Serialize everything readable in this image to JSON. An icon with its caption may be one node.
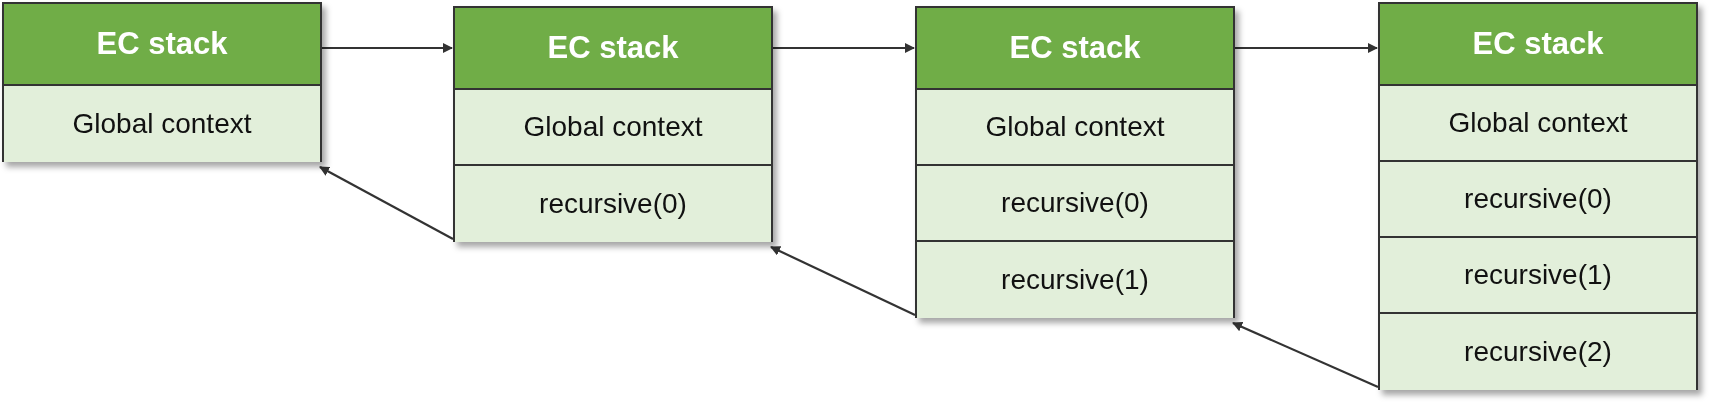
{
  "diagram": {
    "nodes": [
      {
        "text": [
          "EC stack"
        ]
      },
      {
        "text": [
          "Global context"
        ],
        "in": 0
      },
      {
        "text": [
          "EC stack"
        ]
      },
      {
        "text": [
          "Global context"
        ],
        "in": 2
      },
      {
        "text": [
          "recursive(0)"
        ],
        "in": 2
      },
      {
        "text": [
          "EC stack"
        ]
      },
      {
        "text": [
          "Global context"
        ],
        "in": 5
      },
      {
        "text": [
          "recursive(0)"
        ],
        "in": 5
      },
      {
        "text": [
          "recursive(1)"
        ],
        "in": 5
      },
      {
        "text": [
          "EC stack"
        ]
      },
      {
        "text": [
          "Global context"
        ],
        "in": 9
      },
      {
        "text": [
          "recursive(0)"
        ],
        "in": 9
      },
      {
        "text": [
          "recursive(1)"
        ],
        "in": 9
      },
      {
        "text": [
          "recursive(2)"
        ],
        "in": 9
      }
    ],
    "edges": [
      {
        "from": 0,
        "to": 2,
        "arrow": "to"
      },
      {
        "from": 2,
        "to": 5,
        "arrow": "to"
      },
      {
        "from": 5,
        "to": 9,
        "arrow": "to"
      },
      {
        "from": 2,
        "to": 0,
        "arrow": "to"
      },
      {
        "from": 5,
        "to": 2,
        "arrow": "to"
      },
      {
        "from": 9,
        "to": 5,
        "arrow": "to"
      }
    ]
  }
}
